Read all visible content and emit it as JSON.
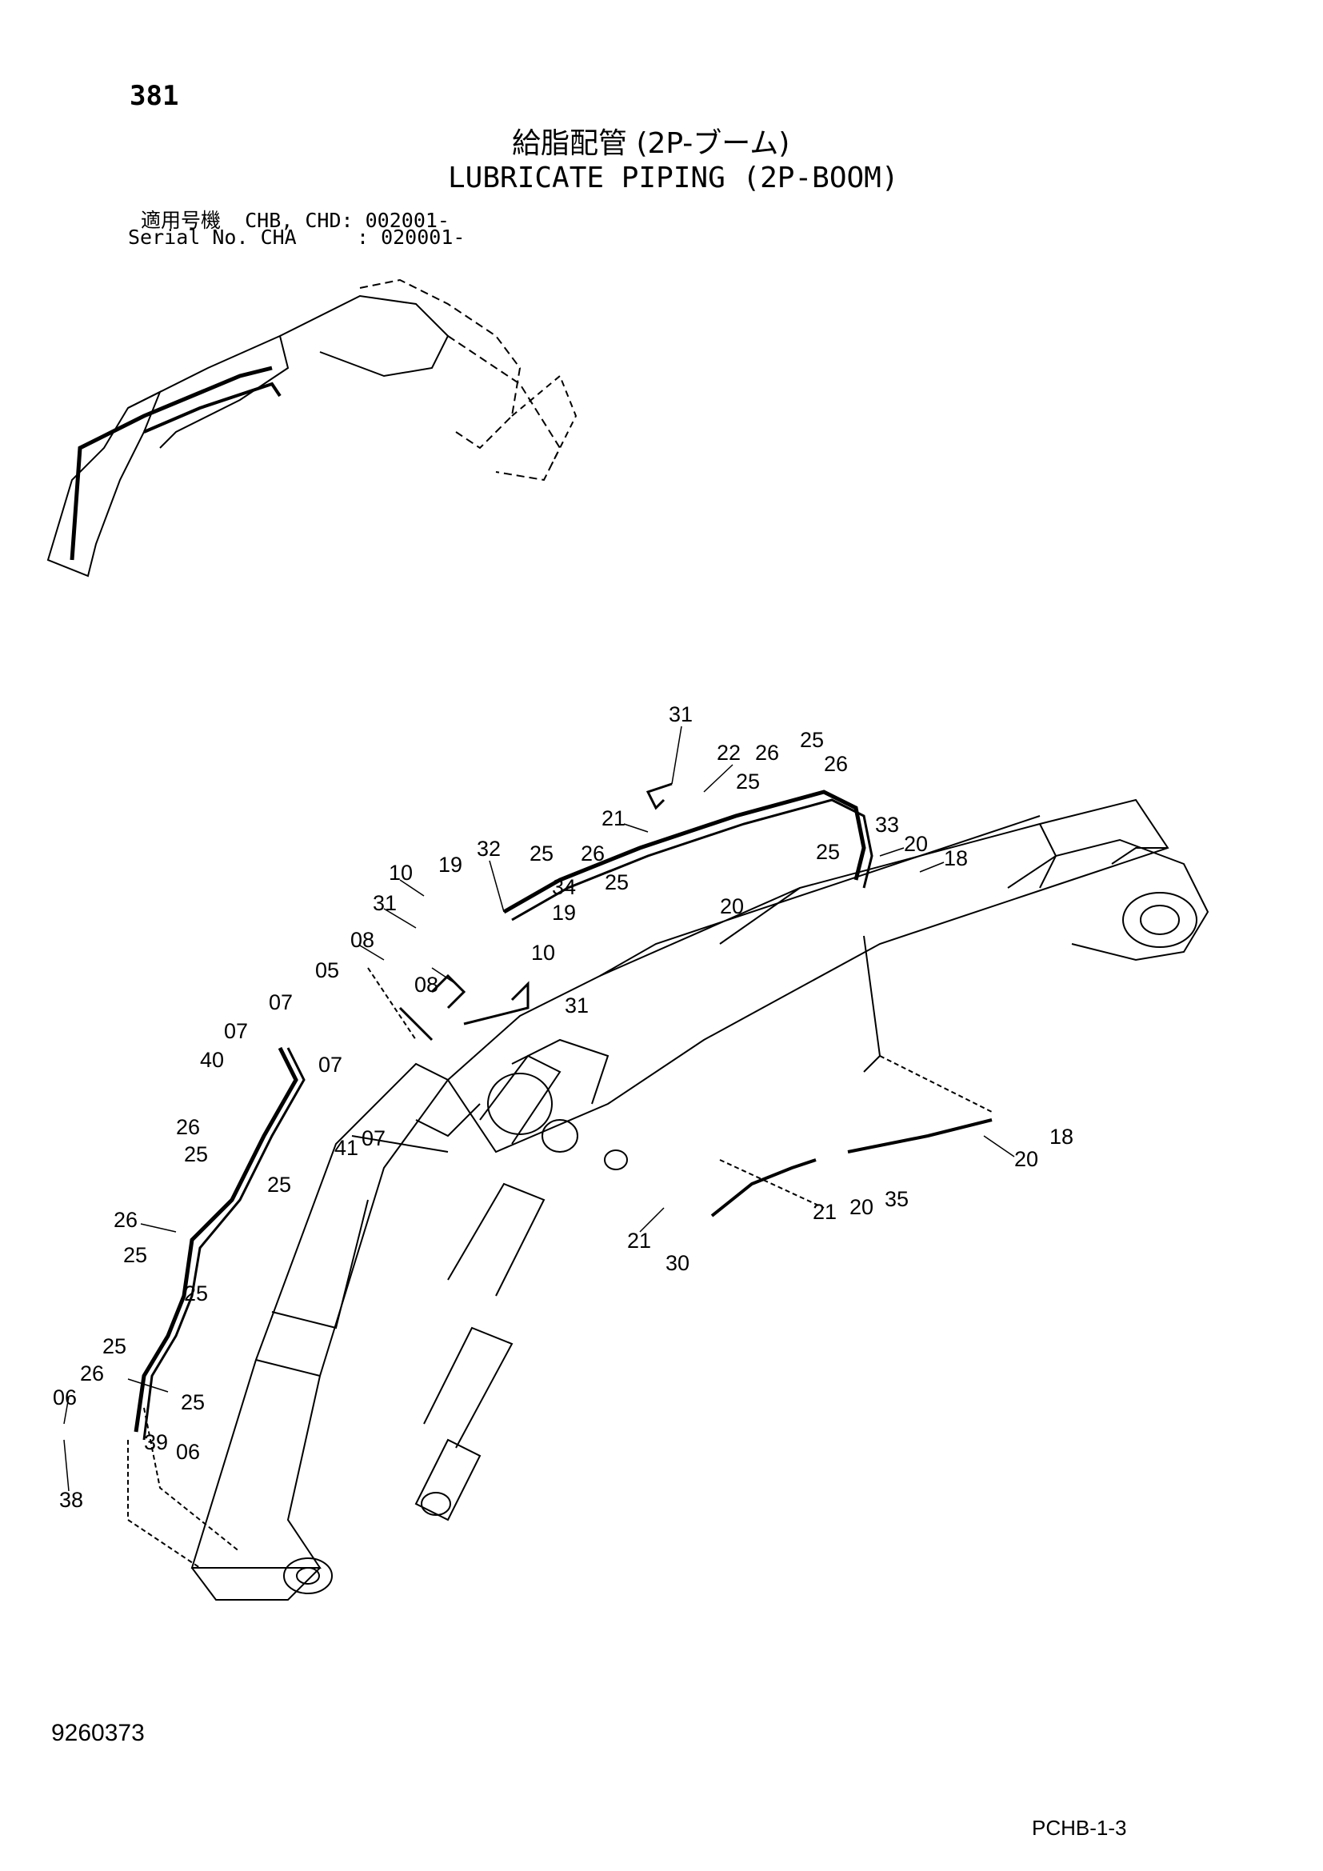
{
  "header": {
    "page_number": "381",
    "title_jp": "給脂配管 (2P-ブーム)",
    "title_en": "LUBRICATE PIPING (2P-BOOM)",
    "applicability_line1": "適用号機  CHB, CHD: 002001-",
    "applicability_line2": "Serial No. CHA     : 020001-"
  },
  "footer": {
    "document_number": "9260373",
    "sheet_id": "PCHB-1-3"
  },
  "callouts": [
    "31",
    "22",
    "26",
    "25",
    "26",
    "25",
    "21",
    "33",
    "20",
    "18",
    "25",
    "32",
    "25",
    "26",
    "19",
    "10",
    "34",
    "25",
    "19",
    "20",
    "31",
    "08",
    "10",
    "08",
    "31",
    "05",
    "07",
    "07",
    "40",
    "07",
    "26",
    "25",
    "41",
    "07",
    "25",
    "20",
    "18",
    "21",
    "20",
    "35",
    "21",
    "30",
    "26",
    "25",
    "25",
    "25",
    "26",
    "25",
    "06",
    "39",
    "06",
    "38"
  ]
}
